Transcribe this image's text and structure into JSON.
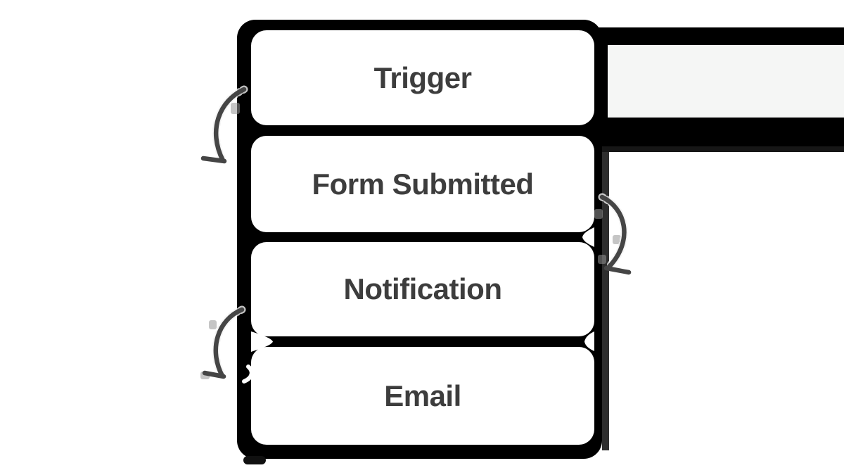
{
  "flow": {
    "nodes": [
      {
        "id": "trigger",
        "label": "Trigger"
      },
      {
        "id": "form-submitted",
        "label": "Form Submitted"
      },
      {
        "id": "notification",
        "label": "Notification"
      },
      {
        "id": "email",
        "label": "Email"
      }
    ],
    "connections": [
      {
        "from": "Trigger",
        "to": "Form Submitted",
        "side": "left",
        "direction": "down"
      },
      {
        "from": "Form Submitted",
        "to": "Notification",
        "side": "right",
        "direction": "down"
      },
      {
        "from": "Notification",
        "to": "Email",
        "side": "left",
        "direction": "down"
      }
    ]
  },
  "colors": {
    "page-bg": "#ffffff",
    "canvas-bg": "#000000",
    "node-bg": "#ffffff",
    "node-text": "#3d3d3d",
    "panel-bg": "#f5f6f5",
    "arrow": "#454545",
    "shadow-strip": "#2e2e2e",
    "shadow-row": "#161616"
  }
}
